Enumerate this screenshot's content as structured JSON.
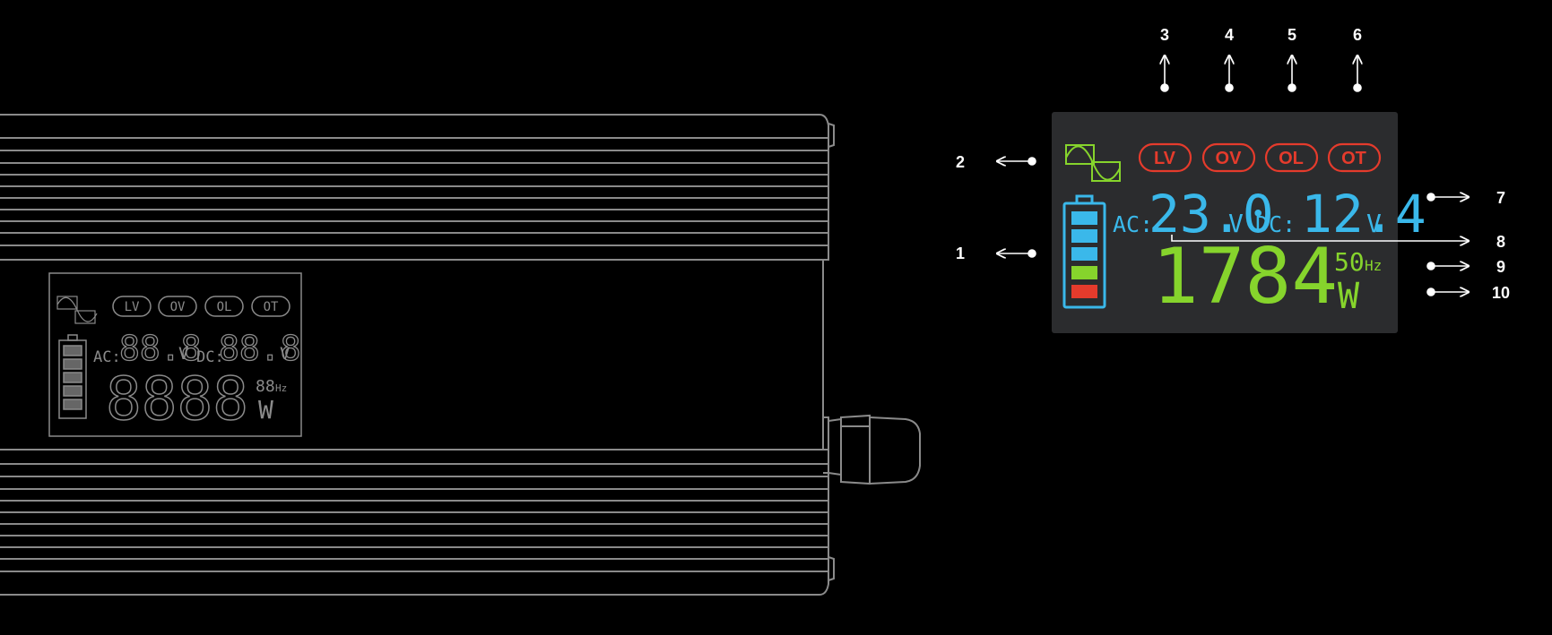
{
  "colors": {
    "background": "#000000",
    "outline": "#8a8a8a",
    "lcd_panel": "#2b2c2e",
    "blue": "#3ab8ea",
    "green": "#86d42c",
    "red": "#e53b2c",
    "annotation": "#ffffff"
  },
  "device_lcd": {
    "indicators": [
      "LV",
      "OV",
      "OL",
      "OT"
    ],
    "ac_label": "AC:",
    "ac_value": "88.8",
    "ac_unit": "V",
    "dc_label": "DC:",
    "dc_value": "88.8",
    "dc_unit": "V",
    "power_value": "8888",
    "power_unit": "W",
    "freq_value": "88",
    "freq_unit": "Hz",
    "battery_bars": 5
  },
  "zoom_lcd": {
    "indicators": [
      "LV",
      "OV",
      "OL",
      "OT"
    ],
    "ac_label": "AC:",
    "ac_value": "23.0",
    "ac_unit": "V",
    "dc_label": "DC:",
    "dc_value": "12.4",
    "dc_unit": "V",
    "power_value": "1784",
    "power_unit": "W",
    "freq_value": "50",
    "freq_unit": "Hz",
    "battery_levels": [
      "blue",
      "blue",
      "blue",
      "green",
      "red"
    ]
  },
  "callouts": [
    "1",
    "2",
    "3",
    "4",
    "5",
    "6",
    "7",
    "8",
    "9",
    "10"
  ],
  "icons": {
    "sine_wave": "sine-wave-icon",
    "battery": "battery-icon"
  }
}
